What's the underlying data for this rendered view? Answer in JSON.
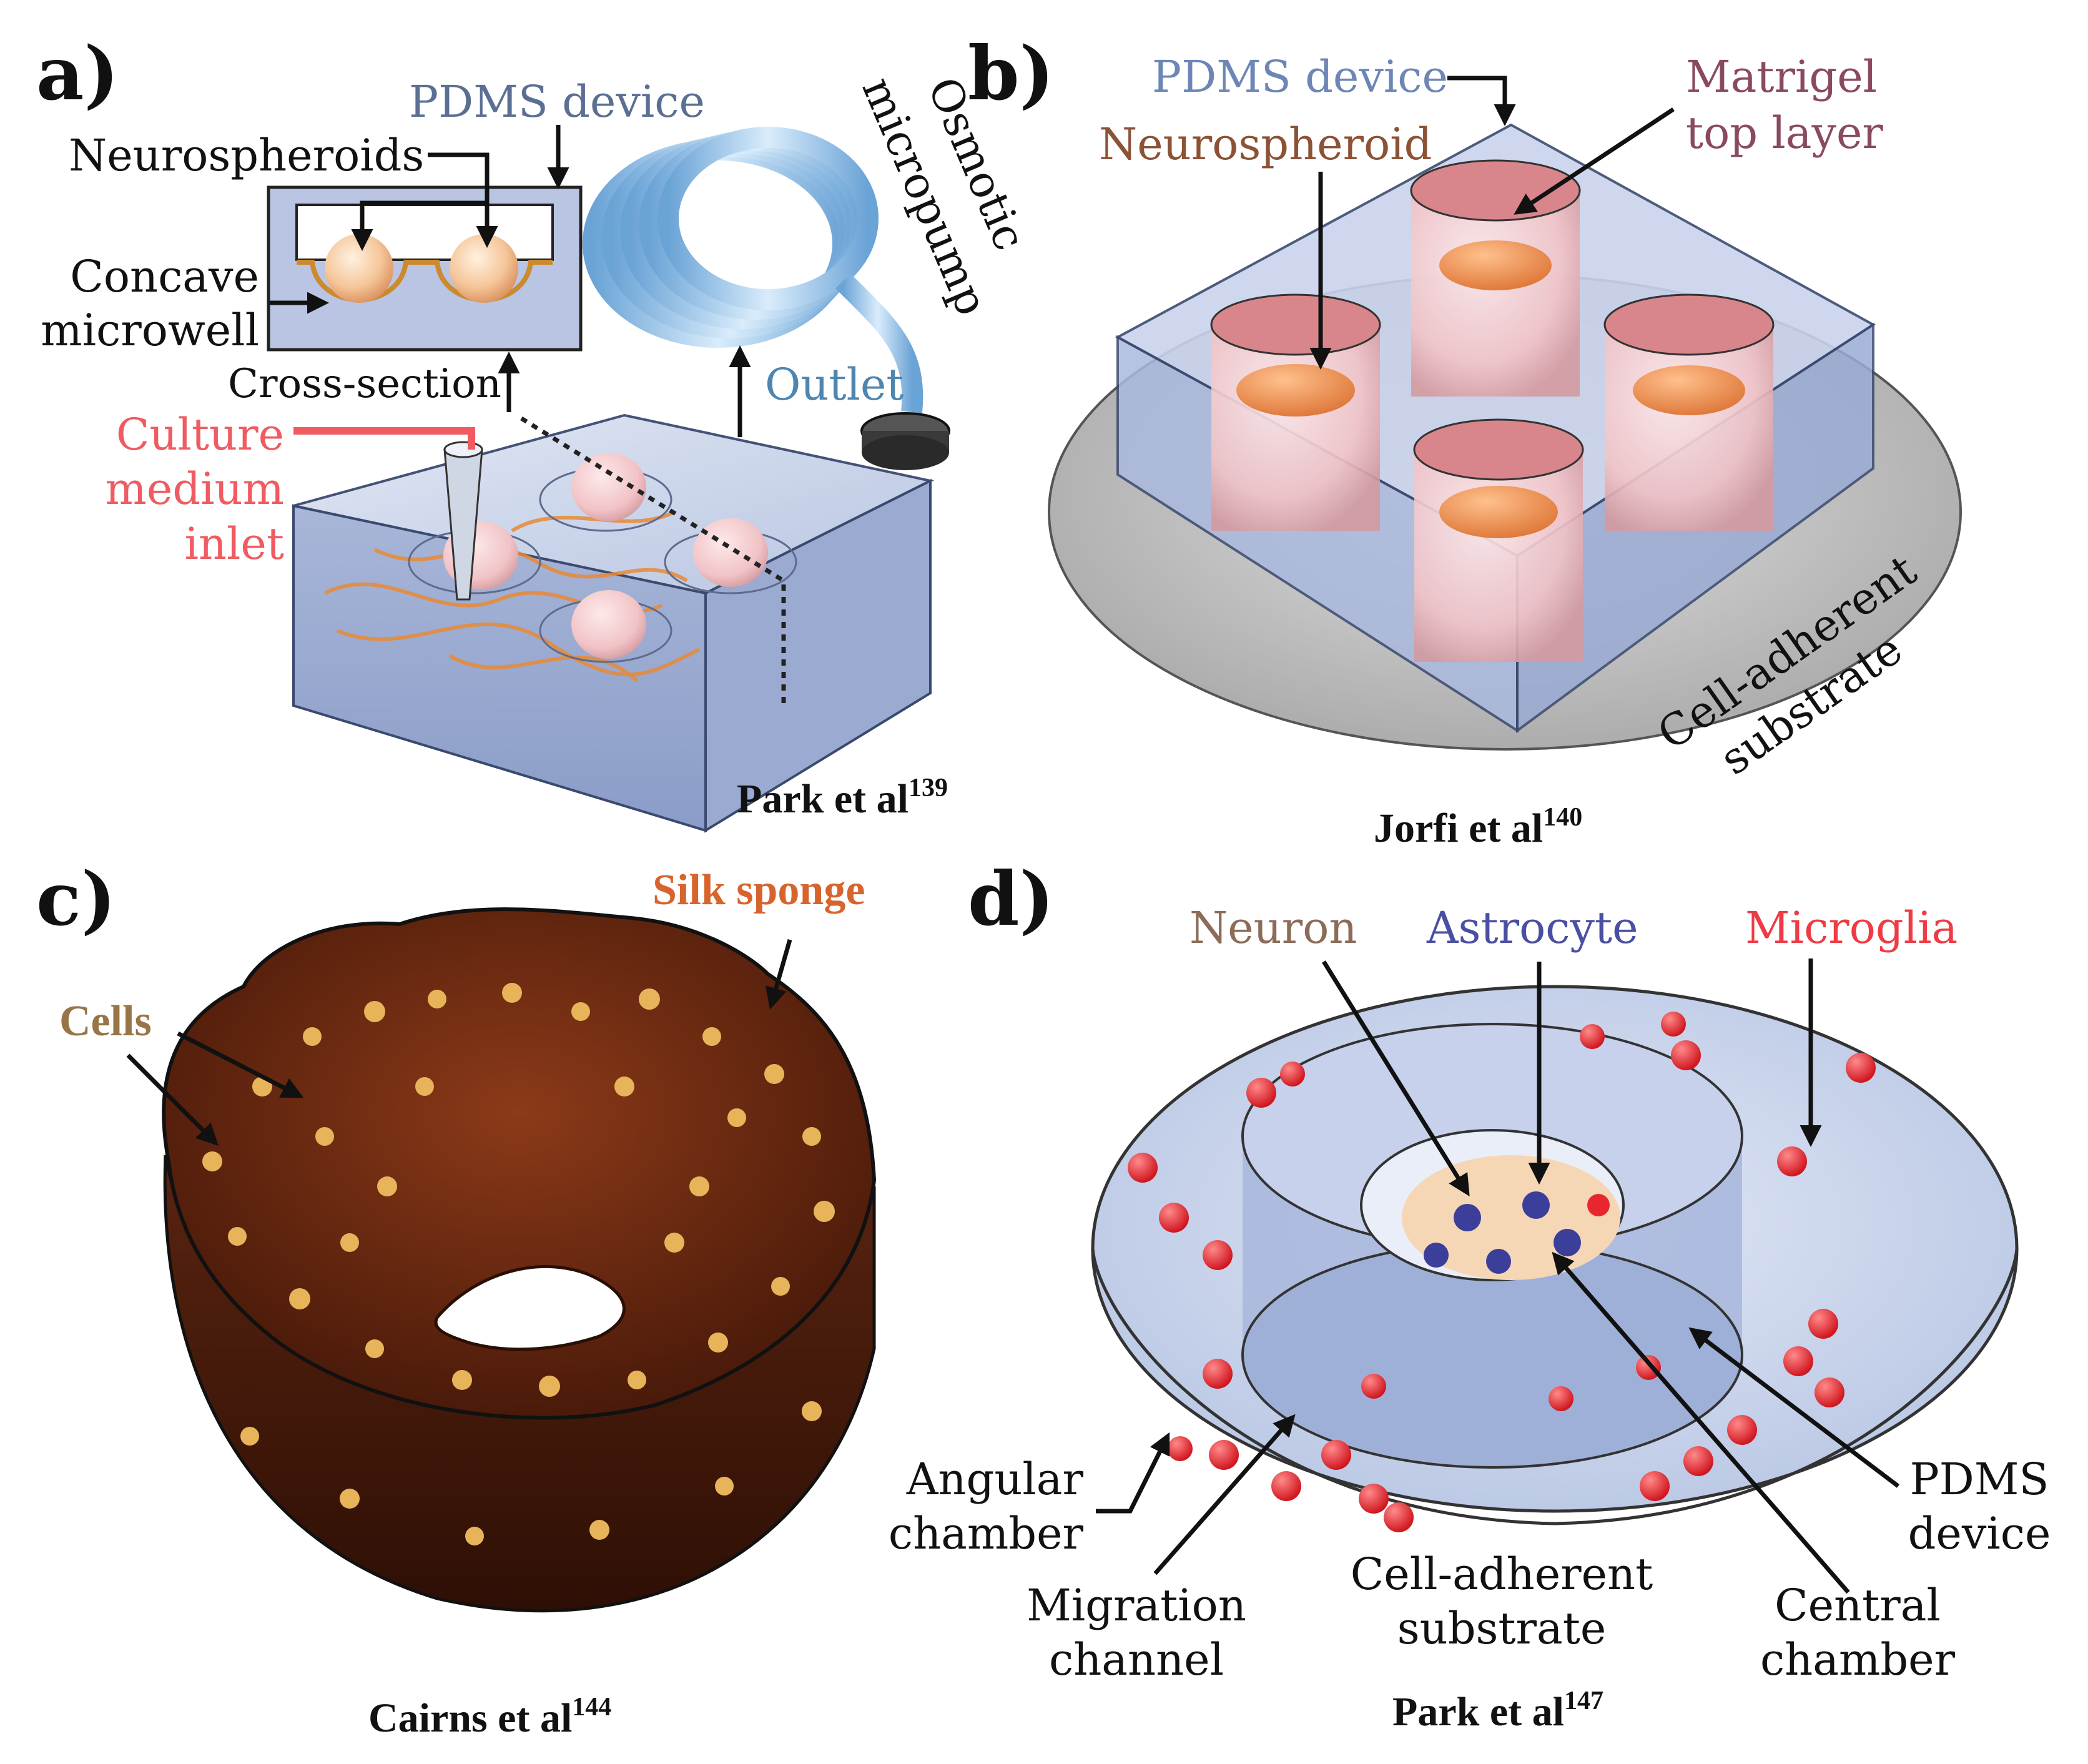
{
  "panels": {
    "a": {
      "letter": "a)",
      "labels": {
        "pdms_device": "PDMS device",
        "neurospheroids": "Neurospheroids",
        "concave": "Concave",
        "microwell": "microwell",
        "cross_section": "Cross-section",
        "culture": "Culture",
        "medium": "medium",
        "inlet": "inlet",
        "osmotic": "Osmotic",
        "micropump": "micropump",
        "outlet": "Outlet"
      },
      "citation": {
        "text": "Park et al",
        "ref": "139"
      }
    },
    "b": {
      "letter": "b)",
      "labels": {
        "pdms_device": "PDMS device",
        "matrigel": "Matrigel",
        "top_layer": "top layer",
        "neurospheroid": "Neurospheroid",
        "cell_adherent": "Cell-adherent",
        "substrate": "substrate"
      },
      "citation": {
        "text": "Jorfi et al",
        "ref": "140"
      }
    },
    "c": {
      "letter": "c)",
      "labels": {
        "silk_sponge": "Silk sponge",
        "cells": "Cells"
      },
      "citation": {
        "text": "Cairns et al",
        "ref": "144"
      }
    },
    "d": {
      "letter": "d)",
      "labels": {
        "neuron": "Neuron",
        "astrocyte": "Astrocyte",
        "microglia": "Microglia",
        "angular": "Angular",
        "chamber": "chamber",
        "pdms": "PDMS",
        "device": "device",
        "migration": "Migration",
        "channel": "channel",
        "cell_adherent": "Cell-adherent",
        "substrate": "substrate",
        "central": "Central",
        "central_chamber": "chamber"
      },
      "citation": {
        "text": "Park et al",
        "ref": "147"
      }
    }
  },
  "colors": {
    "pdms_blue": "#b7c6e4",
    "spheroid": "#f4b07e",
    "sponge": "#6e2a12",
    "cell_gold": "#e8b45a",
    "microglia": "#e8262e",
    "astrocyte": "#3b3f9a",
    "neuron": "#f6d7b5",
    "inlet_red": "#ef5b61",
    "tube_blue": "#9fc7ea"
  }
}
